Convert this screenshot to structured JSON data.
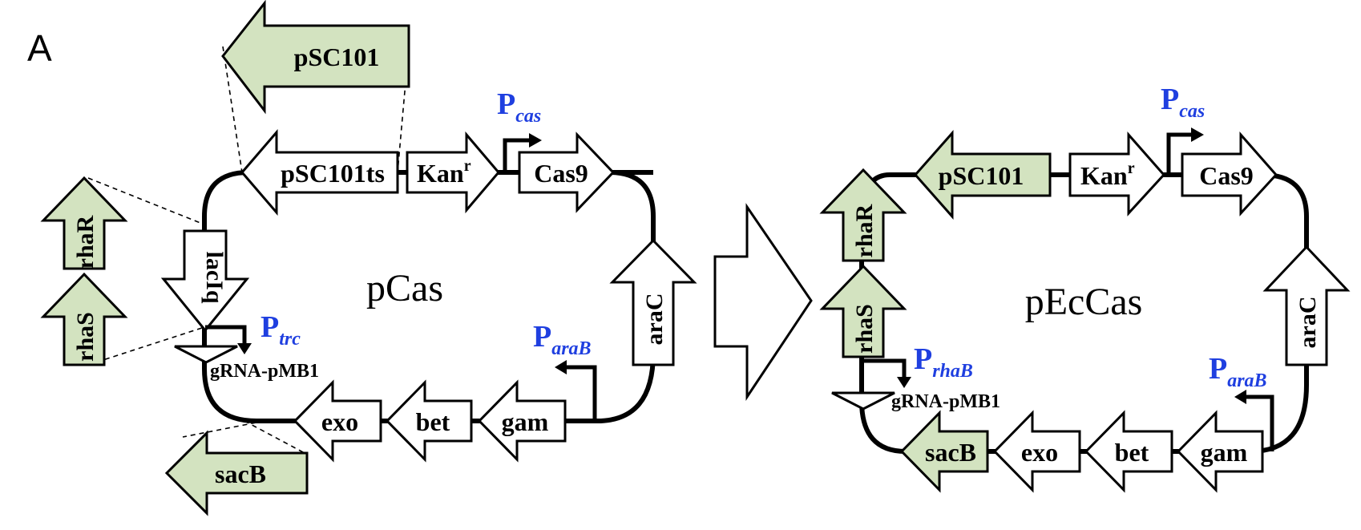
{
  "panel_label": "A",
  "left_plasmid": {
    "name": "pCas",
    "genes": {
      "pSC101_top": "pSC101",
      "pSC101ts": "pSC101ts",
      "kan": "Kan",
      "kan_sup": "r",
      "cas9": "Cas9",
      "laciq": "lacIq",
      "arac": "araC",
      "gam": "gam",
      "bet": "bet",
      "exo": "exo",
      "rhaR": "rhaR",
      "rhaS": "rhaS",
      "sacB": "sacB",
      "grna": "gRNA-pMB1"
    },
    "promoters": {
      "cas": {
        "main": "P",
        "sub": "cas"
      },
      "trc": {
        "main": "P",
        "sub": "trc"
      },
      "araB": {
        "main": "P",
        "sub": "araB"
      }
    }
  },
  "right_plasmid": {
    "name": "pEcCas",
    "genes": {
      "pSC101": "pSC101",
      "kan": "Kan",
      "kan_sup": "r",
      "cas9": "Cas9",
      "rhaR": "rhaR",
      "rhaS": "rhaS",
      "arac": "araC",
      "gam": "gam",
      "bet": "bet",
      "exo": "exo",
      "sacB": "sacB",
      "grna": "gRNA-pMB1"
    },
    "promoters": {
      "cas": {
        "main": "P",
        "sub": "cas"
      },
      "rhaB": {
        "main": "P",
        "sub": "rhaB"
      },
      "araB": {
        "main": "P",
        "sub": "araB"
      }
    }
  },
  "colors": {
    "promoter_text": "#1f3fe0",
    "green_fill": "#d3e3c0",
    "white_fill": "#ffffff",
    "outline": "#000000"
  }
}
